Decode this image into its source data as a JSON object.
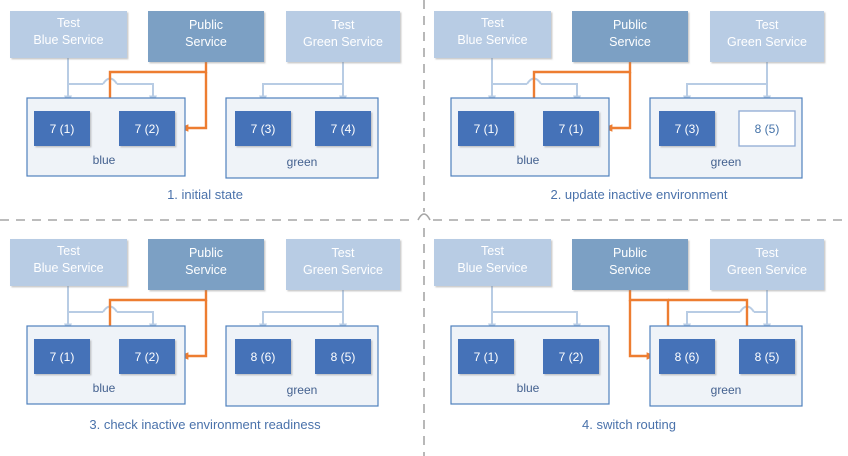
{
  "colors": {
    "test_service_fill": "#b8cce4",
    "public_service_fill": "#7ba0c4",
    "instance_fill": "#4472b8",
    "instance_inactive_fill": "#ffffff",
    "instance_inactive_text": "#4472a8",
    "container_fill": "#eff3f8",
    "container_stroke": "#4f81bd",
    "arrow_light": "#b8cce4",
    "arrow_orange": "#ed7d31",
    "caption_text": "#4a72ab",
    "env_text": "#44618f",
    "divider": "#a6a6a6",
    "service_text": "#ffffff",
    "page_background": "#ffffff"
  },
  "icons": {
    "arrow_head": "triangle-arrow-icon",
    "line_jump": "wire-jump-icon",
    "divider": "dashed-divider-icon"
  },
  "services": {
    "test_blue": {
      "line1": "Test",
      "line2": "Blue Service"
    },
    "public": {
      "line1": "Public",
      "line2": "Service"
    },
    "test_green": {
      "line1": "Test",
      "line2": "Green Service"
    }
  },
  "environments": {
    "blue": "blue",
    "green": "green"
  },
  "panels": [
    {
      "id": "panel-1",
      "caption": "1. initial state",
      "blue_env": {
        "label": "blue",
        "instances": [
          {
            "label": "7 (1)",
            "state": "active"
          },
          {
            "label": "7 (2)",
            "state": "active"
          }
        ]
      },
      "green_env": {
        "label": "green",
        "instances": [
          {
            "label": "7 (3)",
            "state": "active"
          },
          {
            "label": "7 (4)",
            "state": "active"
          }
        ]
      },
      "routing": "blue"
    },
    {
      "id": "panel-2",
      "caption": "2. update inactive environment",
      "blue_env": {
        "label": "blue",
        "instances": [
          {
            "label": "7 (1)",
            "state": "active"
          },
          {
            "label": "7 (1)",
            "state": "active"
          }
        ]
      },
      "green_env": {
        "label": "green",
        "instances": [
          {
            "label": "7 (3)",
            "state": "active"
          },
          {
            "label": "8 (5)",
            "state": "starting"
          }
        ]
      },
      "routing": "blue"
    },
    {
      "id": "panel-3",
      "caption": "3. check inactive environment readiness",
      "blue_env": {
        "label": "blue",
        "instances": [
          {
            "label": "7 (1)",
            "state": "active"
          },
          {
            "label": "7 (2)",
            "state": "active"
          }
        ]
      },
      "green_env": {
        "label": "green",
        "instances": [
          {
            "label": "8 (6)",
            "state": "active"
          },
          {
            "label": "8 (5)",
            "state": "active"
          }
        ]
      },
      "routing": "blue"
    },
    {
      "id": "panel-4",
      "caption": "4. switch routing",
      "blue_env": {
        "label": "blue",
        "instances": [
          {
            "label": "7 (1)",
            "state": "active"
          },
          {
            "label": "7 (2)",
            "state": "active"
          }
        ]
      },
      "green_env": {
        "label": "green",
        "instances": [
          {
            "label": "8 (6)",
            "state": "active"
          },
          {
            "label": "8 (5)",
            "state": "active"
          }
        ]
      },
      "routing": "green"
    }
  ]
}
